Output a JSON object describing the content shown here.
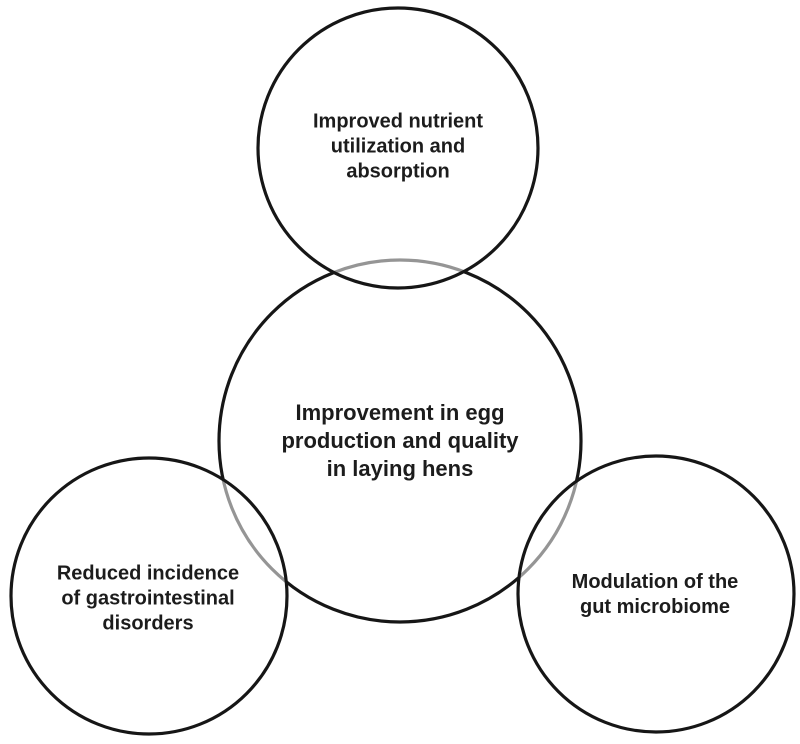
{
  "diagram": {
    "description": "Venn-style diagram of probiotic benefits in laying hens",
    "center_node": {
      "label": "Improvement in egg\nproduction and quality\nin laying hens"
    },
    "top_node": {
      "label": "Improved nutrient\nutilization and\nabsorption"
    },
    "left_node": {
      "label": "Reduced incidence\nof gastrointestinal\ndisorders"
    },
    "right_node": {
      "label": "Modulation of the\ngut microbiome"
    }
  },
  "colors": {
    "background": "#ffffff",
    "circle_stroke": "#161616",
    "overlap_arc_gray": "#969696",
    "text": "#1c1c1c"
  }
}
